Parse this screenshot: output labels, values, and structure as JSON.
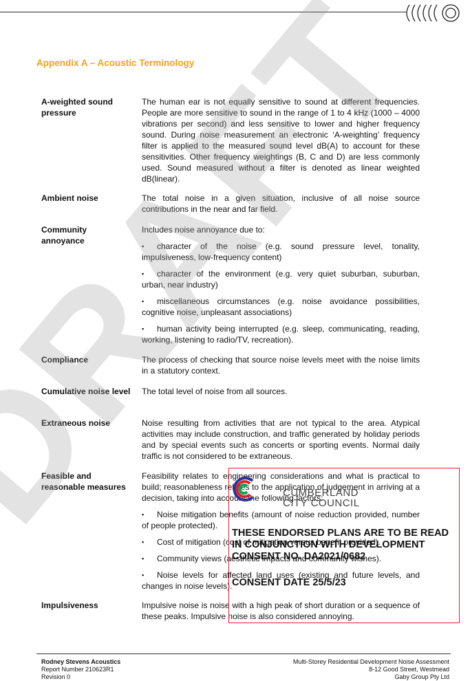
{
  "page": {
    "title": "Appendix A – Acoustic Terminology"
  },
  "terms": [
    {
      "name": "A-weighted sound pressure",
      "def": [
        "The human ear is not equally sensitive to sound at different frequencies. People are more sensitive to sound in the range of 1 to 4 kHz (1000 – 4000 vibrations per second) and less sensitive to lower and higher frequency sound. During noise measurement an electronic ‘A-weighting’ frequency filter is applied to the measured sound level dB(A) to account for these sensitivities. Other frequency weightings (B, C and D) are less commonly used. Sound measured without a filter is denoted as linear weighted dB(linear)."
      ]
    },
    {
      "name": "Ambient noise",
      "def": [
        "The total noise in a given situation, inclusive of all noise source contributions in the near and far field."
      ]
    },
    {
      "name": "Community annoyance",
      "def": [
        "Includes noise annoyance due to:"
      ],
      "bullets": [
        "character of the noise (e.g. sound pressure level, tonality, impulsiveness, low-frequency content)",
        "character of the environment (e.g. very quiet suburban, suburban, urban, near industry)",
        "miscellaneous circumstances (e.g. noise avoidance possibilities, cognitive noise, unpleasant associations)",
        "human activity being interrupted (e.g. sleep, communicating, reading, working, listening to radio/TV, recreation)."
      ]
    },
    {
      "name": "Compliance",
      "def": [
        "The process of checking that source noise levels meet with the noise limits in a statutory context."
      ]
    },
    {
      "name": "Cumulative noise level",
      "def": [
        "The total level of noise from all sources."
      ]
    },
    {
      "name": "Extraneous noise",
      "def": [
        "Noise resulting from activities that are not typical to the area. Atypical activities may include construction, and traffic generated by holiday periods and by special events such as concerts or sporting events. Normal daily traffic is not considered to be extraneous."
      ]
    },
    {
      "name": "Feasible and reasonable measures",
      "def": [
        "Feasibility relates to engineering considerations and what is practical to build; reasonableness relates to the application of judgement in arriving at a decision, taking into account the following factors:"
      ],
      "bullets": [
        "Noise mitigation benefits (amount of noise reduction provided, number of people protected).",
        "Cost of mitigation (cost of mitigation versus benefit provided).",
        "Community views (aesthetic impacts and community wishes).",
        "Noise levels for affected land uses (existing and future levels, and changes in noise levels)."
      ]
    },
    {
      "name": "Impulsiveness",
      "def": [
        "Impulsive noise is noise with a high peak of short duration or a sequence of these peaks. Impulsive noise is also considered annoying."
      ]
    }
  ],
  "watermark": {
    "text": "DRAFT"
  },
  "stamp": {
    "council_line1": "CUMBERLAND",
    "council_line2": "CITY COUNCIL",
    "endorse_text": "THESE ENDORSED PLANS ARE TO BE READ IN CONJUNCTION WITH DEVELOPMENT CONSENT NO. DA2021/0682",
    "date_text": "CONSENT DATE 25/5/23",
    "color": "#d9232d"
  },
  "footer": {
    "company": "Rodney Stevens Acoustics",
    "report": "Report Number 210623R1",
    "revision": "Revision 0",
    "project": "Multi-Storey Residential Development Noise Assessment",
    "address": "8-12 Good Street, Westmead",
    "client": "Gaby Group Pty Ltd"
  },
  "colors": {
    "accent": "#f0a218"
  }
}
